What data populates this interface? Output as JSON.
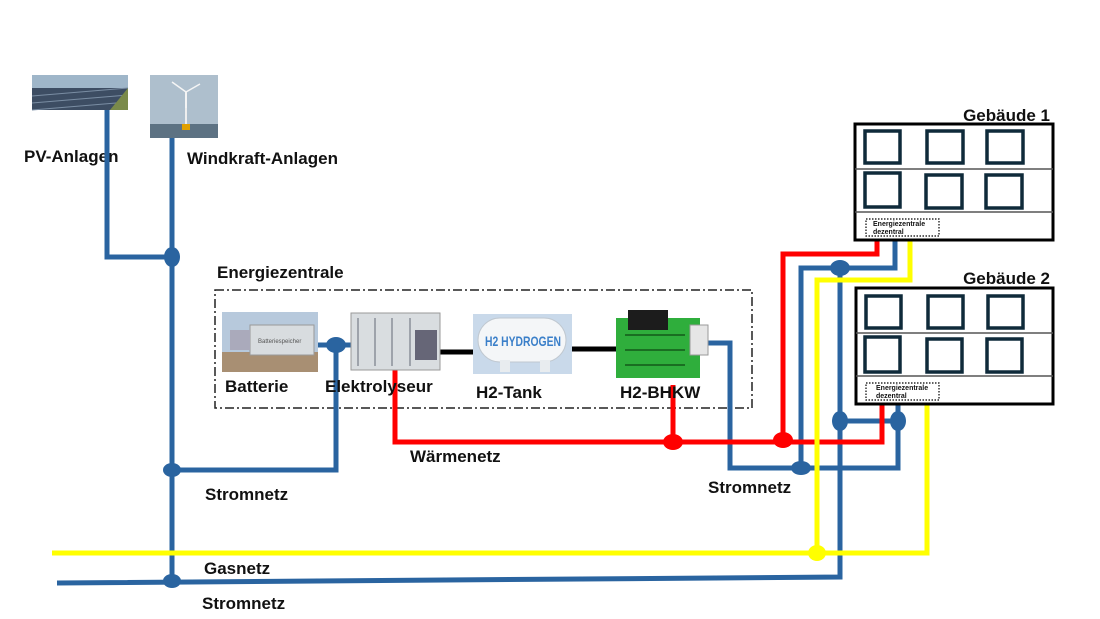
{
  "sources": {
    "pv_label": "PV-Anlagen",
    "wind_label": "Windkraft-Anlagen"
  },
  "central": {
    "title": "Energiezentrale",
    "components": [
      {
        "label": "Batterie",
        "image_text": "Batteriespeicher"
      },
      {
        "label": "Elektrolyseur"
      },
      {
        "label": "H2-Tank",
        "image_text": "H2 HYDROGEN"
      },
      {
        "label": "H2-BHKW"
      }
    ]
  },
  "networks": {
    "heat": "Wärmenetz",
    "power_central": "Stromnetz",
    "power_buildings": "Stromnetz",
    "gas": "Gasnetz",
    "power_main": "Stromnetz"
  },
  "buildings": [
    {
      "title": "Gebäude 1",
      "central_line1": "Energiezentrale",
      "central_line2": "dezentral"
    },
    {
      "title": "Gebäude 2",
      "central_line1": "Energiezentrale",
      "central_line2": "dezentral"
    }
  ],
  "colors": {
    "power": "#2a64a0",
    "heat": "#ff0000",
    "gas": "#ffff00",
    "hydrogen": "#000000"
  }
}
